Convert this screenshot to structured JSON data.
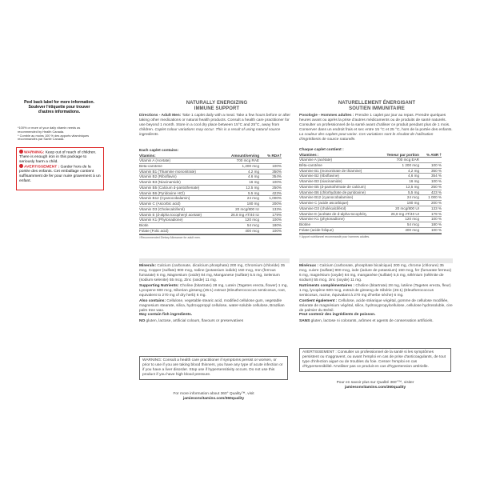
{
  "left": {
    "peel_label": [
      "Peel back label for more information.",
      "Soulever l'étiquette pour trouver",
      "d'autres informations."
    ],
    "rda_notes": [
      "*100% or more of your daily vitamin needs as",
      "recommended by Health Canada.",
      "* Comble au moins 100 % des apports vitaminiques",
      "recommandés par Santé Canada."
    ],
    "warning": {
      "en_head": "WARNING:",
      "en_text": " Keep out of reach of children. There is enough iron in this package to seriously harm a child.",
      "fr_head": "AVERTISSEMENT :",
      "fr_text": " Garder hors de la portée des enfants. Cet emballage contient suffisamment de fer pour nuire gravement à un enfant."
    }
  },
  "en": {
    "heading": [
      "NATURALLY ENERGIZING",
      "IMMUNE SUPPORT"
    ],
    "directions_label": "Directions - Adult Men:",
    "directions": " Take 1 caplet daily with a meal. Take a few hours before or after taking other medications or natural health products. Consult a health care practitioner for use beyond 1 month. Store in a cool dry place between 15°C and 25°C, away from children.",
    "directions_italic": " Caplet colour variations may occur. This is a result of using natural source ingredients.",
    "panel": {
      "head": "Each caplet contains:",
      "col1": "Vitamins:",
      "col2": "Amount/serving",
      "col3": "% RDA†",
      "rows": [
        [
          "Vitamin A (Acetate)",
          "700 mcg RAE",
          ""
        ],
        [
          "Beta-carotene",
          "1,200 mcg",
          "100%"
        ],
        [
          "Vitamin B1 (Thiamine mononitrate)",
          "4.2 mg",
          "350%"
        ],
        [
          "Vitamin B2 (Riboflavin)",
          "4.6 mg",
          "354%"
        ],
        [
          "Vitamin B3 (Niacinamide)",
          "16 mg",
          "100%"
        ],
        [
          "Vitamin B5 (Calcium d-pantothenate)",
          "12.5 mg",
          "250%"
        ],
        [
          "Vitamin B6 (Pyridoxine HCl)",
          "5.5 mg",
          "423%"
        ],
        [
          "Vitamin B12 (Cyanocobalamin)",
          "24 mcg",
          "1,000%"
        ],
        [
          "Vitamin C (Ascorbic acid)",
          "180 mg",
          "200%"
        ],
        [
          "Vitamin D3 (Cholecalciferol)",
          "20 mcg/800 IU",
          "133%"
        ],
        [
          "Vitamin E (d-alpha tocopheryl acetate)",
          "26.8 mg AT/40 IU",
          "179%"
        ],
        [
          "Vitamin K1 (Phytonadione)",
          "120 mcg",
          "100%"
        ],
        [
          "Biotin",
          "54 mcg",
          "180%"
        ],
        [
          "Folate (Folic acid)",
          "400 mcg",
          "100%"
        ]
      ],
      "footnote": "†Recommended Dietary Allowance for adult men."
    },
    "ingredients": {
      "minerals_label": "Minerals:",
      "minerals": " Calcium (carbonate, dicalcium phosphate) 200 mg, Chromium (chloride) 35 mcg, Copper (sulfate) 900 mcg, Iodine (potassium iodide) 150 mcg, Iron (ferrous fumarate) 6 mg, Magnesium (oxide) 84 mg, Manganese (sulfate) 5.5 mg, Selenium (sodium selenite) 55 mcg, Zinc (oxide) 11 mg.",
      "supporting_label": "Supporting Nutrients:",
      "supporting": " Choline (bitartrate) 28 mg, Lutein (Tagetes erecta, flower) 1 mg, Lycopene 600 mcg, Siberian ginseng (45:1) extract (Eleutherococcus senticosus, root, equivalent to 270 mg of dry herb) 6 mg.",
      "also_label": "Also contains:",
      "also": " Cellulose, vegetable stearic acid, modified cellulose gum, vegetable magnesium stearate, silica, hydroxypropyl cellulose, water-soluble cellulose, Brazilian palm tree wax.",
      "fish": "May contain fish ingredients.",
      "no_label": "NO",
      "no": " gluten, lactose, artificial colours, flavours or preservatives"
    },
    "warning": "WARNING: Consult a health care practitioner if symptoms persist or worsen, or prior to use if you are taking blood thinners, you have any type of acute infection or if you have a liver disorder. Stop use if hypersensitivity occurs. Do not use this product if you have high blood pressure.",
    "more_info": "For more information about 360° Quality™, visit",
    "site": "jamiesonvitamins.com/360quality"
  },
  "fr": {
    "heading": [
      "NATURELLEMENT ÉNERGISANT",
      "SOUTIEN IMMUNITAIRE"
    ],
    "directions_label": "Posologie - Hommes adultes :",
    "directions": " Prendre 1 caplet par jour au repas. Prendre quelques heures avant ou après la prise d'autres médicaments ou de produits de santé naturels. Consulter un professionnel de la santé avant d'utiliser ce produit pendant plus de 1 mois. Conserver dans un endroit frais et sec entre 15 °C et 25 °C, hors de la portée des enfants.",
    "directions_italic": " La couleur des caplets peut varier. Ces variations sont le résultat de l'utilisation d'ingrédients de source naturelle.",
    "panel": {
      "head": "Chaque caplet contient :",
      "col1": "Vitamines :",
      "col2": "Teneur par portion",
      "col3": "% ANR †",
      "rows": [
        [
          "Vitamine A (acétate)",
          "700 mcg EAR",
          ""
        ],
        [
          "Bêta-carotène",
          "1 200 mcg",
          "100 %"
        ],
        [
          "Vitamine B1 (mononitrate de thiamine)",
          "4,2 mg",
          "350 %"
        ],
        [
          "Vitamine B2 (riboflavine)",
          "4,6 mg",
          "354 %"
        ],
        [
          "Vitamine B3 (niacinamide)",
          "16 mg",
          "100 %"
        ],
        [
          "Vitamine B5 (d-pantothénate de calcium)",
          "12,5 mg",
          "250 %"
        ],
        [
          "Vitamine B6 (chlorhydrate de pyridoxine)",
          "5,5 mg",
          "423 %"
        ],
        [
          "Vitamine B12 (cyanocobalamine)",
          "24 mcg",
          "1 000 %"
        ],
        [
          "Vitamine C (acide ascorbique)",
          "180 mg",
          "200 %"
        ],
        [
          "Vitamine D3 (cholécalciférol)",
          "20 mcg/800 UI",
          "133 %"
        ],
        [
          "Vitamine E (acétate de d-alpha-tocophéryle)",
          "26,8 mg AT/40 UI",
          "179 %"
        ],
        [
          "Vitamine K1 (phytonadione)",
          "120 mcg",
          "100 %"
        ],
        [
          "Biotine",
          "54 mcg",
          "180 %"
        ],
        [
          "Folate (acide folique)",
          "400 mcg",
          "100 %"
        ]
      ],
      "footnote": "† Apport nutritionnel recommandé pour hommes adultes."
    },
    "ingredients": {
      "minerals_label": "Minéraux :",
      "minerals": " Calcium (carbonate, phosphate bicalcique) 200 mg, chrome (chlorure) 35 mcg, cuivre (sulfate) 900 mcg, iode (iodure de potassium) 150 mcg, fer (fumarate ferreux) 6 mg, magnésium (oxyde) 84 mg, manganèse (sulfate) 5,5 mg, sélénium (sélénite de sodium) 55 mcg, zinc (oxyde) 11 mg.",
      "supporting_label": "Nutriments complémentaires :",
      "supporting": " Choline (bitartrate) 28 mg, lutéine (Tagetes erecta, fleur) 1 mg, lycopène 600 mcg, extrait de ginseng de Sibérie (45:1) (Eleutherococcus senticosus, racine, équivalant à 270 mg d'herbe sèche) 6 mg.",
      "also_label": "Contient également :",
      "also": " Cellulose, acide stéarique végétal, gomme de cellulose modifiée, stéarate de magnésium végétal, silice, hydroxypropylcellulose, cellulose hydrosoluble, cire de palmier du Brésil.",
      "fish": "Peut contenir des ingrédients de poisson.",
      "no_label": "SANS",
      "no": " gluten, lactose ni colorants, arômes et agents de conservation artificiels."
    },
    "warning": "AVERTISSEMENT : Consulter un professionnel de la santé si les symptômes persistent ou s'aggravent, ou avant l'emploi en cas de prise d'anticoagulants, de tout type d'infection aiguë ou de troubles du foie. Cesser l'emploi en cas d'hypersensibilité. N'utiliser pas ce produit en cas d'hypertension artérielle.",
    "more_info": "Pour en savoir plus sur Qualité 360°™, visiter",
    "site": "jamiesonvitamins.com/360quality"
  }
}
